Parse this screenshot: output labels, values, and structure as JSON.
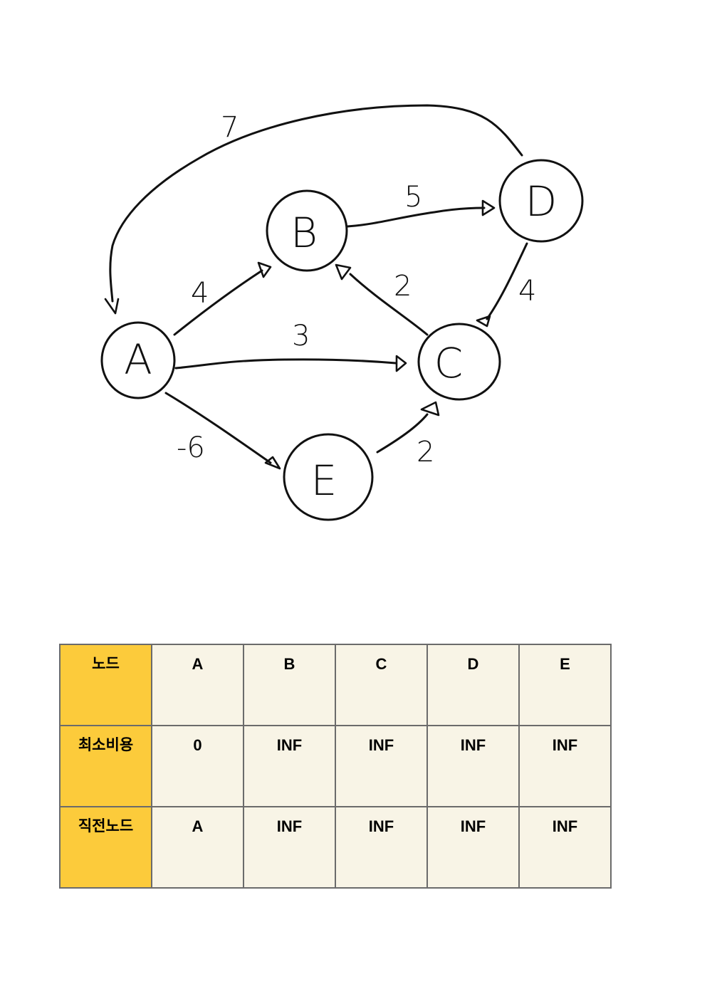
{
  "graph": {
    "nodes": [
      {
        "id": "A",
        "label": "A"
      },
      {
        "id": "B",
        "label": "B"
      },
      {
        "id": "C",
        "label": "C"
      },
      {
        "id": "D",
        "label": "D"
      },
      {
        "id": "E",
        "label": "E"
      }
    ],
    "edges": [
      {
        "from": "A",
        "to": "B",
        "weight": "4"
      },
      {
        "from": "A",
        "to": "C",
        "weight": "3"
      },
      {
        "from": "A",
        "to": "E",
        "weight": "-6"
      },
      {
        "from": "B",
        "to": "D",
        "weight": "5"
      },
      {
        "from": "C",
        "to": "B",
        "weight": "2"
      },
      {
        "from": "D",
        "to": "C",
        "weight": "4"
      },
      {
        "from": "D",
        "to": "A",
        "weight": "7"
      },
      {
        "from": "E",
        "to": "C",
        "weight": "2"
      }
    ]
  },
  "table": {
    "header": {
      "label": "노드",
      "cells": [
        "A",
        "B",
        "C",
        "D",
        "E"
      ]
    },
    "min_cost": {
      "label": "최소비용",
      "cells": [
        "0",
        "INF",
        "INF",
        "INF",
        "INF"
      ]
    },
    "prev_node": {
      "label": "직전노드",
      "cells": [
        "A",
        "INF",
        "INF",
        "INF",
        "INF"
      ]
    }
  },
  "colors": {
    "header_col": "#fccb3b",
    "cell_bg": "#f8f4e6",
    "grid": "#6b6b6b",
    "ink": "#111111"
  }
}
